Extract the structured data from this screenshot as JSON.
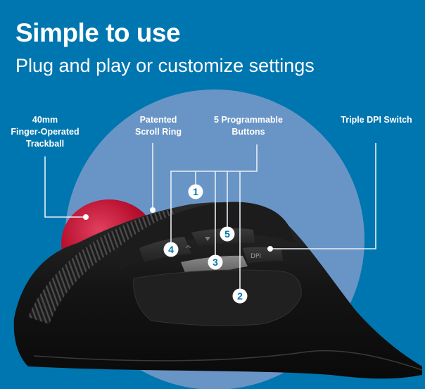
{
  "header": {
    "title": "Simple to use",
    "subtitle": "Plug and play or customize settings"
  },
  "callouts": {
    "trackball": {
      "line1": "40mm",
      "line2": "Finger-Operated",
      "line3": "Trackball"
    },
    "scroll_ring": {
      "line1": "Patented",
      "line2": "Scroll Ring"
    },
    "buttons": {
      "line1": "5 Programmable",
      "line2": "Buttons"
    },
    "dpi": {
      "line1": "Triple DPI Switch"
    }
  },
  "button_markers": [
    "1",
    "2",
    "3",
    "4",
    "5"
  ],
  "device": {
    "dpi_button_label": "DPI",
    "up_arrow_icon": "chevron-up",
    "down_arrow_icon": "triangle-down"
  },
  "colors": {
    "background": "#0076b0",
    "halo": "#6995c6",
    "trackball": "#c0173a",
    "body": "#161616",
    "marker_text": "#0076b0"
  }
}
